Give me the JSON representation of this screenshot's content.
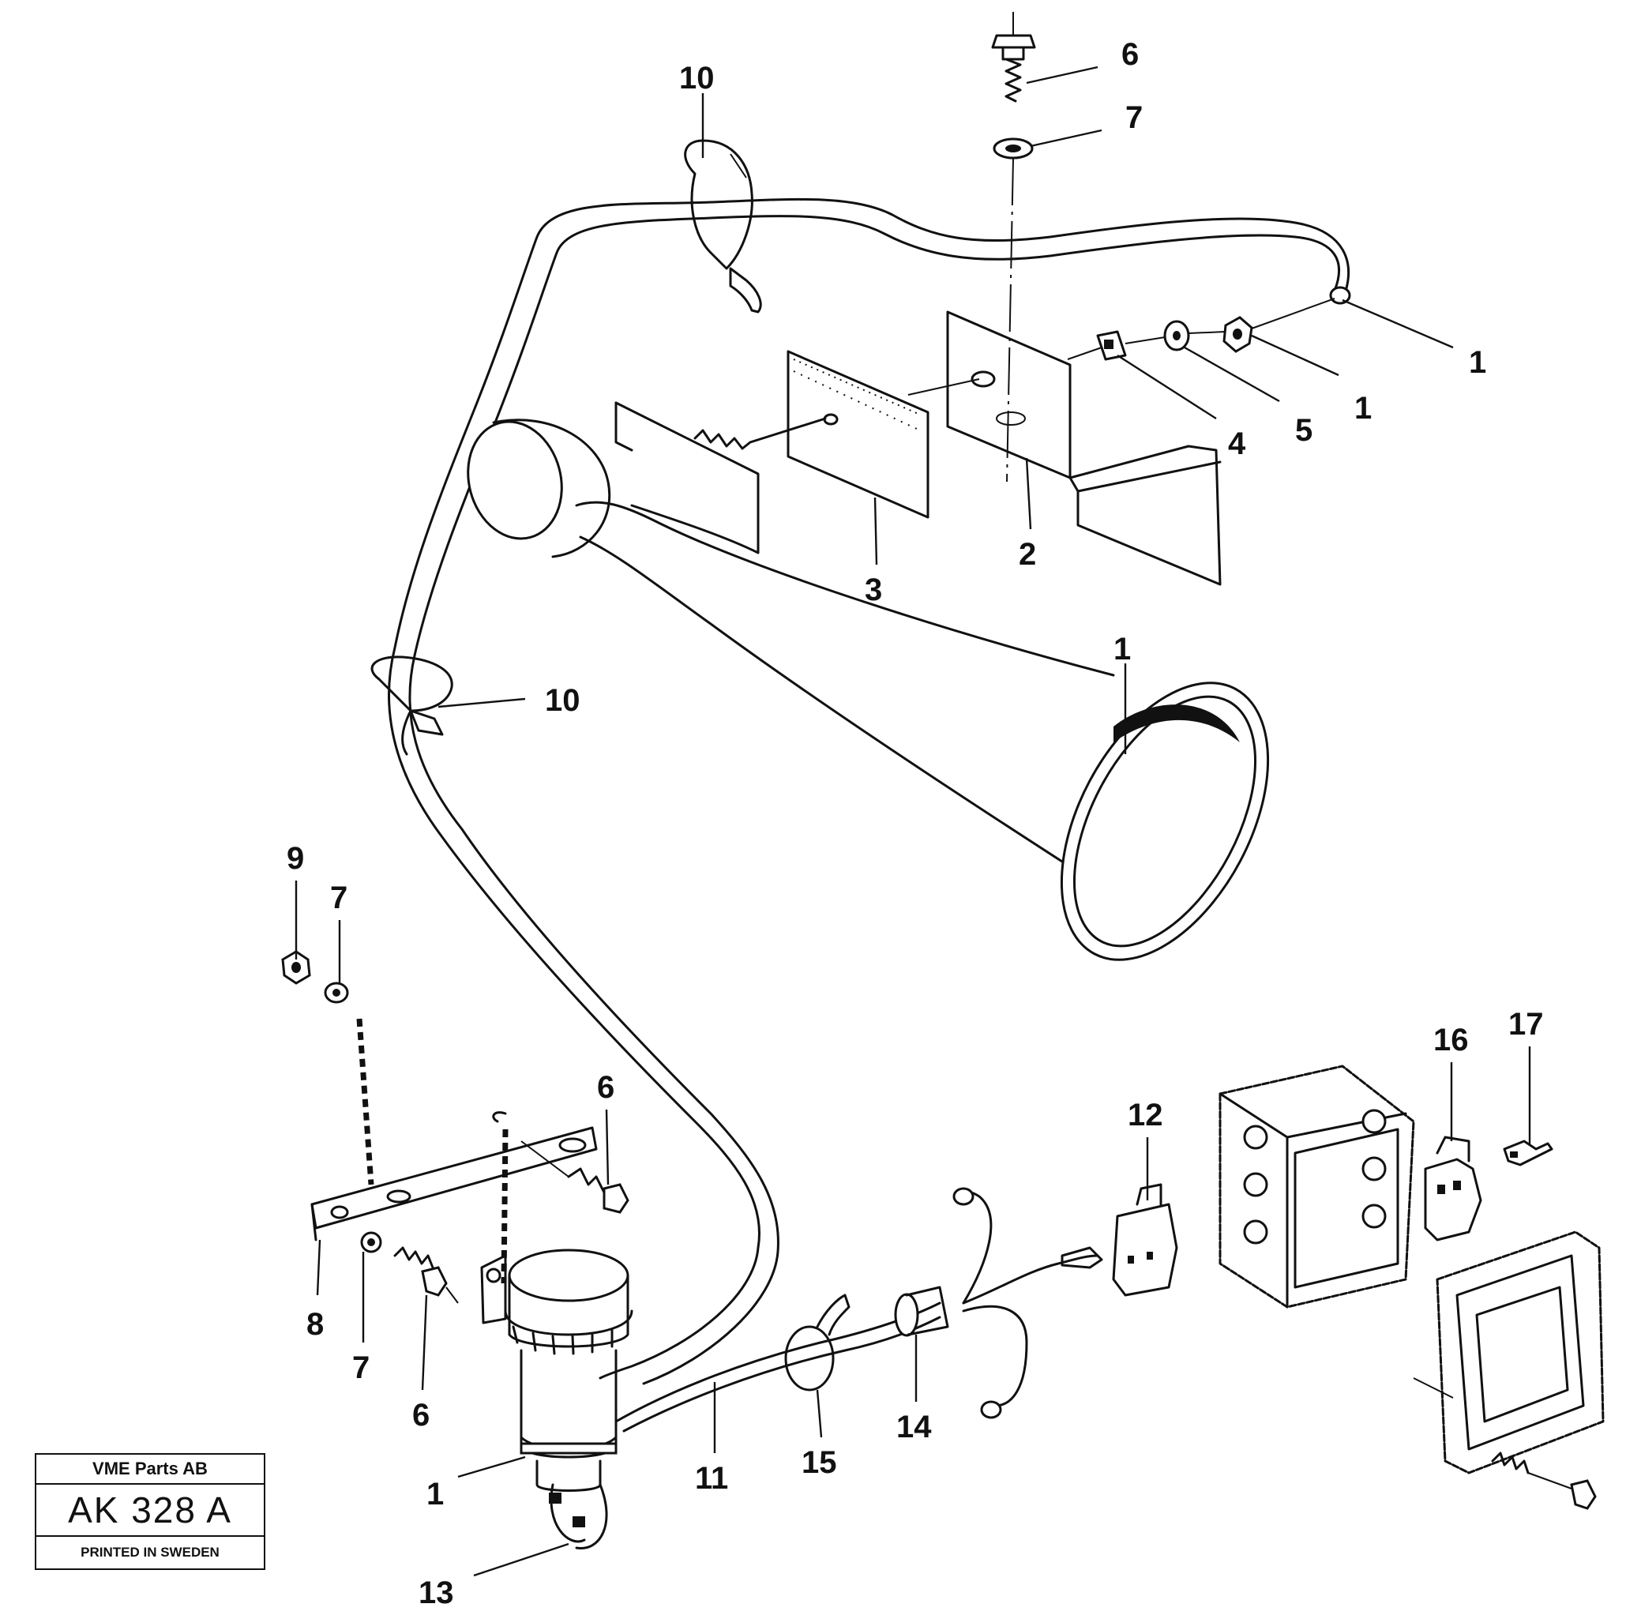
{
  "diagram": {
    "callouts": [
      {
        "id": "c-6-top",
        "text": "6"
      },
      {
        "id": "c-7-top",
        "text": "7"
      },
      {
        "id": "c-10-top",
        "text": "10"
      },
      {
        "id": "c-1-hose-end",
        "text": "1"
      },
      {
        "id": "c-1-nut",
        "text": "1"
      },
      {
        "id": "c-5",
        "text": "5"
      },
      {
        "id": "c-4",
        "text": "4"
      },
      {
        "id": "c-2",
        "text": "2"
      },
      {
        "id": "c-3",
        "text": "3"
      },
      {
        "id": "c-1-horn",
        "text": "1"
      },
      {
        "id": "c-10-mid",
        "text": "10"
      },
      {
        "id": "c-9",
        "text": "9"
      },
      {
        "id": "c-7-left",
        "text": "7"
      },
      {
        "id": "c-6-mid",
        "text": "6"
      },
      {
        "id": "c-8",
        "text": "8"
      },
      {
        "id": "c-7-bottom",
        "text": "7"
      },
      {
        "id": "c-6-bottom",
        "text": "6"
      },
      {
        "id": "c-1-valve",
        "text": "1"
      },
      {
        "id": "c-13",
        "text": "13"
      },
      {
        "id": "c-11",
        "text": "11"
      },
      {
        "id": "c-15",
        "text": "15"
      },
      {
        "id": "c-14",
        "text": "14"
      },
      {
        "id": "c-12",
        "text": "12"
      },
      {
        "id": "c-16",
        "text": "16"
      },
      {
        "id": "c-17",
        "text": "17"
      }
    ]
  },
  "title_block": {
    "company": "VME Parts AB",
    "drawing_code": "AK 328 A",
    "printed": "PRINTED IN SWEDEN"
  }
}
